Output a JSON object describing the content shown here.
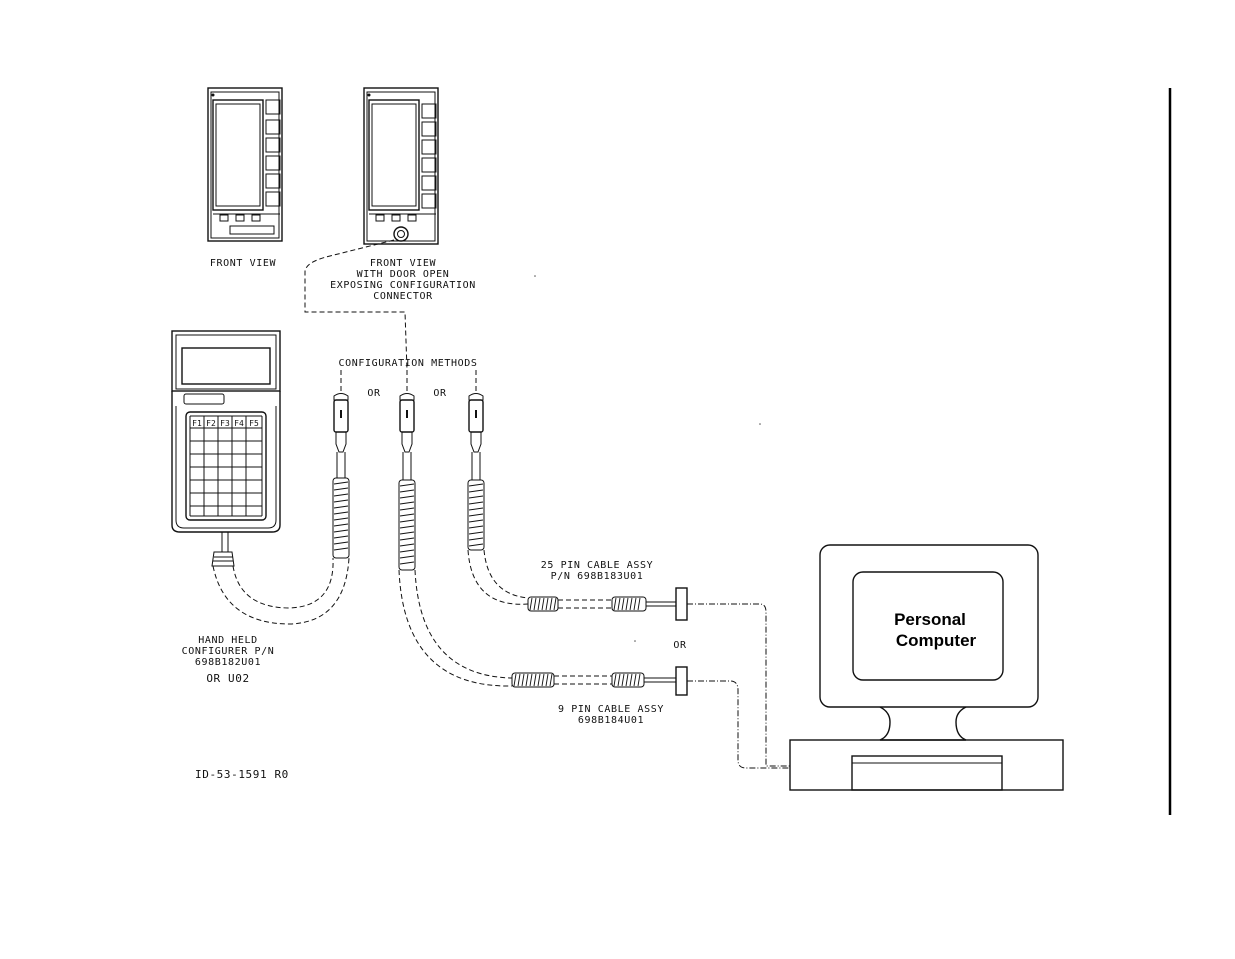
{
  "labels": {
    "front_view": "FRONT VIEW",
    "front_view_door_1": "FRONT VIEW",
    "front_view_door_2": "WITH DOOR OPEN",
    "front_view_door_3": "EXPOSING CONFIGURATION",
    "front_view_door_4": "CONNECTOR",
    "config_methods": "CONFIGURATION METHODS",
    "or_1": "OR",
    "or_2": "OR",
    "or_3": "OR",
    "cable25_1": "25 PIN CABLE ASSY",
    "cable25_2": "P/N 698B183U01",
    "cable9_1": "9 PIN CABLE ASSY",
    "cable9_2": "698B184U01",
    "hh_1": "HAND HELD",
    "hh_2": "CONFIGURER P/N",
    "hh_3": "698B182U01",
    "hh_4": "OR U02",
    "pc_1": "Personal",
    "pc_2": "Computer",
    "drawing_id": "ID-53-1591 R0"
  },
  "keypad": {
    "function_keys": [
      "F1",
      "F2",
      "F3",
      "F4",
      "F5"
    ]
  }
}
